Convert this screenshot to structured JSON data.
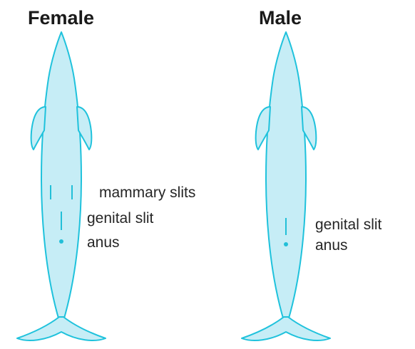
{
  "diagram": {
    "colors": {
      "body_fill": "#c6edf6",
      "outline": "#1fc2dc",
      "marks": "#22bfd8",
      "text": "#262626"
    },
    "female": {
      "title": "Female",
      "labels": {
        "mammary": "mammary slits",
        "genital": "genital slit",
        "anus": "anus"
      }
    },
    "male": {
      "title": "Male",
      "labels": {
        "genital": "genital slit",
        "anus": "anus"
      }
    }
  }
}
